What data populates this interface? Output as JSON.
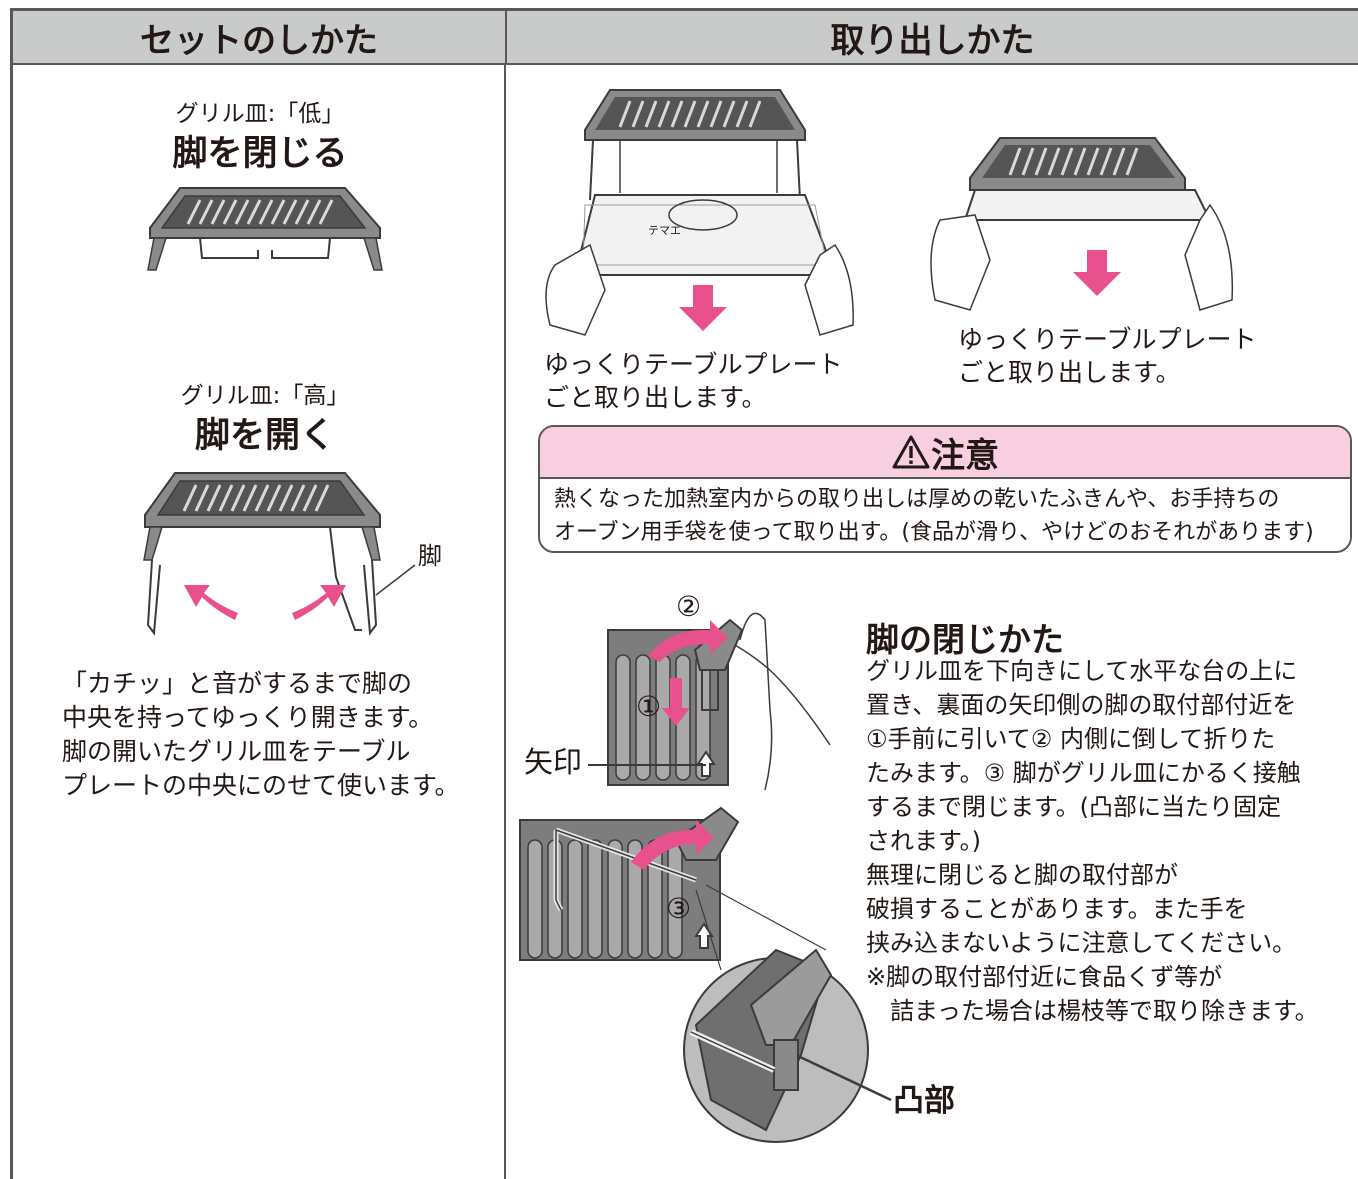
{
  "header": {
    "left_title": "セットのしかた",
    "right_title": "取り出しかた"
  },
  "set": {
    "low_sub": "グリル皿:「低」",
    "low_main": "脚を閉じる",
    "high_sub": "グリル皿:「高」",
    "high_main": "脚を開く",
    "leg_label": "脚",
    "desc": [
      "「カチッ」と音がするまで脚の",
      "中央を持ってゆっくり開きます。",
      "脚の開いたグリル皿をテーブル",
      "プレートの中央にのせて使います。"
    ]
  },
  "remove": {
    "plate_logo": "テマエ",
    "caption_left": [
      "ゆっくりテーブルプレート",
      "ごと取り出します。"
    ],
    "caption_right": [
      "ゆっくりテーブルプレート",
      "ごと取り出します。"
    ]
  },
  "caution": {
    "title": "注意",
    "lines": [
      "熱くなった加熱室内からの取り出しは厚めの乾いたふきんや、お手持ちの",
      "オーブン用手袋を使って取り出す。(食品が滑り、やけどのおそれがあります)"
    ]
  },
  "close_legs": {
    "title": "脚の閉じかた",
    "lines": [
      "グリル皿を下向きにして水平な台の上に",
      "置き、裏面の矢印側の脚の取付部付近を",
      "①手前に引いて② 内側に倒して折りた",
      "たみます。③ 脚がグリル皿にかるく接触",
      "するまで閉じます。(凸部に当たり固定",
      "されます。)",
      "無理に閉じると脚の取付部が",
      "破損することがあります。また手を",
      "挟み込まないように注意してください。",
      "※脚の取付部付近に食品くず等が",
      "　詰まった場合は楊枝等で取り除きます。"
    ],
    "step1": "①",
    "step2": "②",
    "step3": "③",
    "arrow_label": "矢印",
    "protrusion_label": "凸部"
  }
}
